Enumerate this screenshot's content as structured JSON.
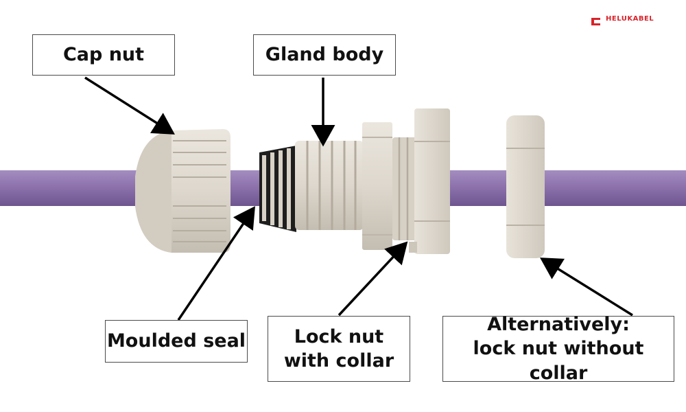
{
  "brand": {
    "name": "HELUKABEL",
    "color": "#d8232a"
  },
  "labels": {
    "cap_nut": "Cap nut",
    "gland_body": "Gland body",
    "moulded_seal": "Moulded seal",
    "lock_nut_collar": [
      "Lock nut",
      "with collar"
    ],
    "alternative": [
      "Alternatively:",
      "lock nut without collar"
    ]
  },
  "colors": {
    "cable": "#8e72ad",
    "part": "#dcd6cc",
    "part_shade": "#c6bfb3",
    "seal": "#1e1e1e",
    "arrow": "#000000"
  }
}
